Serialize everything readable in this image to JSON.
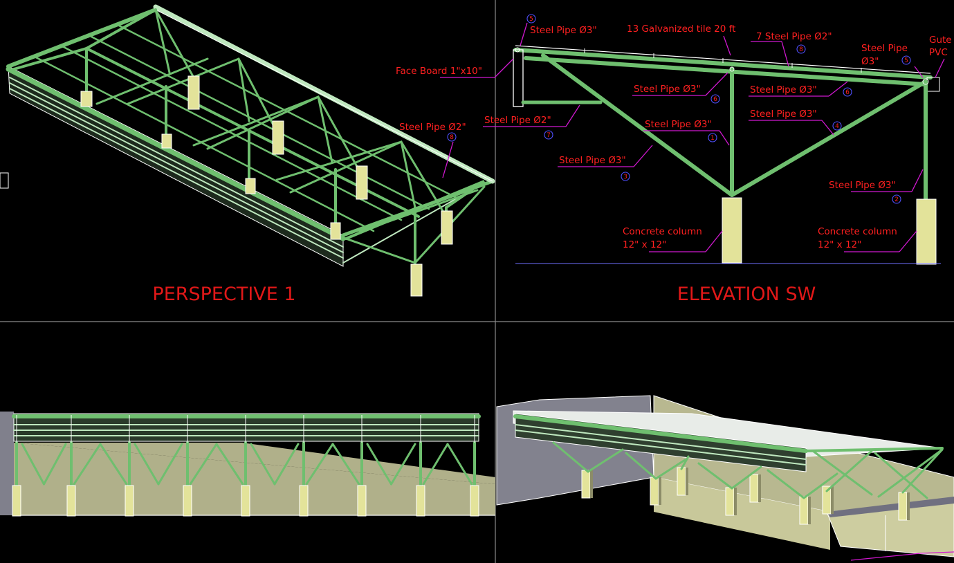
{
  "viewports": {
    "perspective1": {
      "title": "PERSPECTIVE 1",
      "label": "Steel Pipe Ø2\"",
      "marker": "8"
    },
    "elevation_sw": {
      "title": "ELEVATION SW",
      "labels": {
        "steel_pipe_top_left": "Steel Pipe Ø3\"",
        "galvanized_tile": "13 Galvanized tile 20 ft",
        "steel_pipe_2_top": "7 Steel Pipe Ø2\"",
        "steel_pipe_right_1": "Steel Pipe",
        "steel_pipe_right_2": "Ø3\"",
        "gutter_1": "Gute",
        "gutter_2": "PVC",
        "face_board": "Face Board 1\"x10\"",
        "pipe_center_left": "Steel Pipe Ø3\"",
        "pipe_center_right": "Steel Pipe Ø3\"",
        "pipe_diag_right": "Steel Pipe Ø3\"",
        "pipe_left_strut": "Steel Pipe Ø2\"",
        "pipe_center_post": "Steel Pipe Ø3\"",
        "pipe_diag_left": "Steel Pipe Ø3\"",
        "pipe_right_post": "Steel Pipe Ø3\"",
        "col_left_1": "Concrete column",
        "col_left_2": "12\" x 12\"",
        "col_right_1": "Concrete column",
        "col_right_2": "12\" x 12\""
      },
      "markers": {
        "top_left": "5",
        "top_right": "5",
        "tile": "8",
        "center_left": "6",
        "center_right": "6",
        "left_strut": "7",
        "center_post": "1",
        "diag_right": "4",
        "diag_left": "3",
        "right_post": "2"
      }
    }
  },
  "colors": {
    "background": "#000000",
    "annotation": "#ff2020",
    "leader": "#d018d0",
    "steel": "#6fbf6f",
    "concrete": "#e3e39a",
    "viewport_border": "#8a8a8a"
  }
}
